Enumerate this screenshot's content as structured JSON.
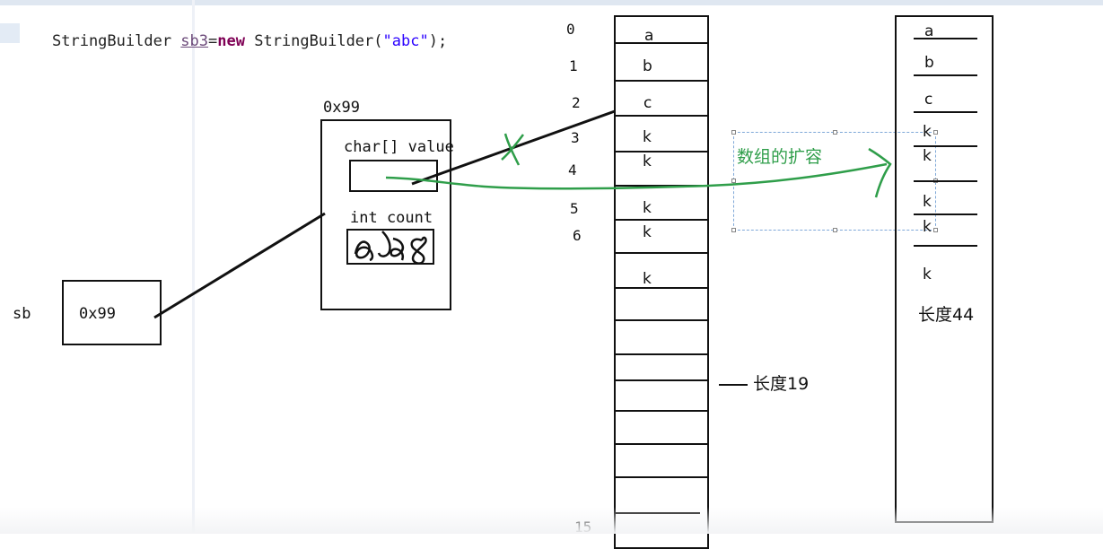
{
  "code": {
    "part1": "StringBuilder ",
    "var": "sb3",
    "part2": "=",
    "kw": "new",
    "part3": " StringBuilder(",
    "str": "\"abc\"",
    "part4": ");"
  },
  "sb_label": "sb",
  "sb_box_value": "0x99",
  "object": {
    "address": "0x99",
    "field1": "char[] value",
    "field2": "int count"
  },
  "array1": {
    "indices": [
      "0",
      "1",
      "2",
      "3",
      "4",
      "5",
      "6",
      "15"
    ],
    "cells": [
      "a",
      "b",
      "c",
      "k",
      "k",
      "k",
      "k",
      "k"
    ],
    "length_label": "长度19"
  },
  "annotation": "数组的扩容",
  "array2": {
    "cells": [
      "a",
      "b",
      "c",
      "k",
      "k",
      "k",
      "k",
      "k"
    ],
    "length_label": "长度44"
  },
  "colors": {
    "ink": "#111111",
    "green": "#2f9e4a",
    "selection": "#7fa8d8"
  }
}
